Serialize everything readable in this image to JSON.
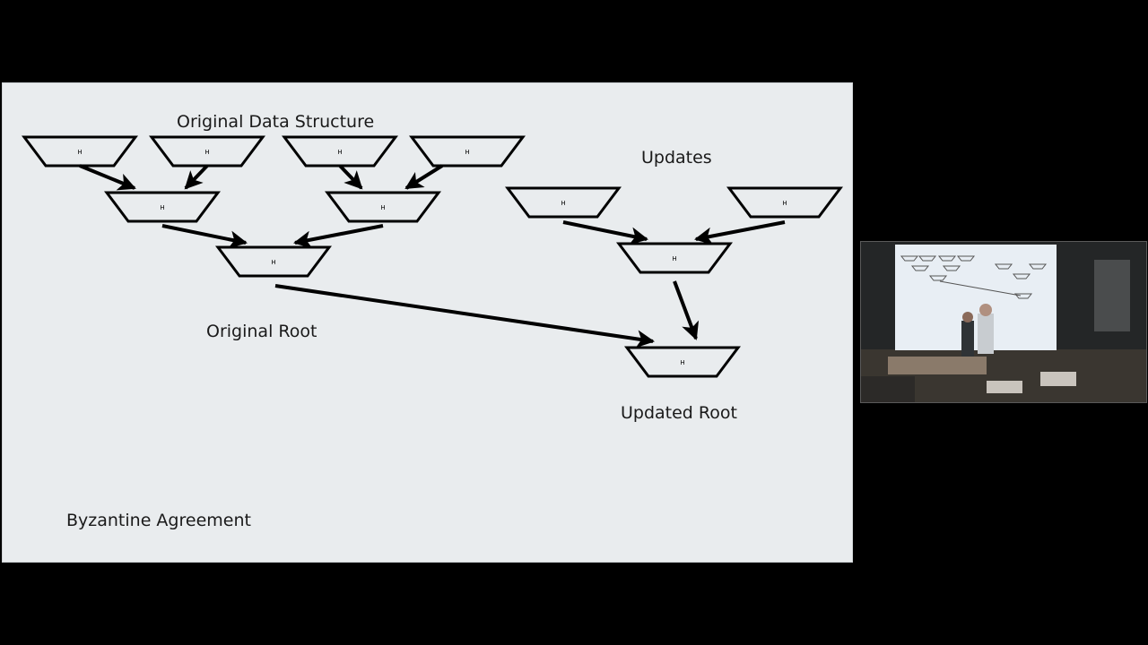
{
  "slide": {
    "title": "Original Data Structure",
    "updates_label": "Updates",
    "original_root_label": "Original Root",
    "updated_root_label": "Updated Root",
    "footer": "Byzantine Agreement",
    "node_label": "H"
  },
  "nodes": [
    {
      "id": "leaf-1",
      "group": "original",
      "level": "leaf"
    },
    {
      "id": "leaf-2",
      "group": "original",
      "level": "leaf"
    },
    {
      "id": "leaf-3",
      "group": "original",
      "level": "leaf"
    },
    {
      "id": "leaf-4",
      "group": "original",
      "level": "leaf"
    },
    {
      "id": "mid-1",
      "group": "original",
      "level": "intermediate"
    },
    {
      "id": "mid-2",
      "group": "original",
      "level": "intermediate"
    },
    {
      "id": "original-root",
      "group": "original",
      "level": "root"
    },
    {
      "id": "update-1",
      "group": "updates",
      "level": "leaf"
    },
    {
      "id": "update-2",
      "group": "updates",
      "level": "leaf"
    },
    {
      "id": "update-mid",
      "group": "updates",
      "level": "intermediate"
    },
    {
      "id": "updated-root",
      "group": "updates",
      "level": "root"
    }
  ],
  "edges": [
    {
      "from": "leaf-1",
      "to": "mid-1"
    },
    {
      "from": "leaf-2",
      "to": "mid-1"
    },
    {
      "from": "leaf-3",
      "to": "mid-2"
    },
    {
      "from": "leaf-4",
      "to": "mid-2"
    },
    {
      "from": "mid-1",
      "to": "original-root"
    },
    {
      "from": "mid-2",
      "to": "original-root"
    },
    {
      "from": "original-root",
      "to": "updated-root"
    },
    {
      "from": "update-1",
      "to": "update-mid"
    },
    {
      "from": "update-2",
      "to": "update-mid"
    },
    {
      "from": "update-mid",
      "to": "updated-root"
    }
  ],
  "colors": {
    "slide_background": "#e9ecee",
    "ink": "#000000",
    "page_background": "#000000"
  },
  "camera_inset": {
    "description_icon": "lecture-camera-feed"
  }
}
